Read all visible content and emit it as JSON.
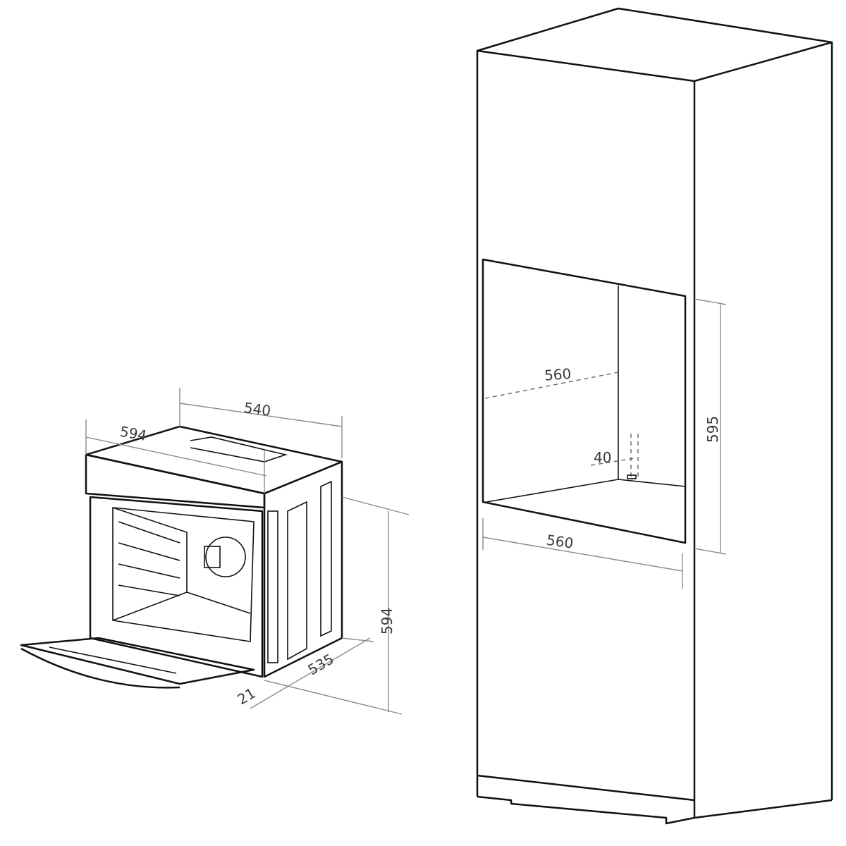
{
  "oven": {
    "width_label": "594",
    "depth_body_label": "540",
    "height_label": "594",
    "depth_label": "535",
    "front_offset_label": "21"
  },
  "cabinet": {
    "niche_depth_label": "560",
    "niche_gap_label": "40",
    "niche_height_label": "595",
    "niche_width_label": "560"
  }
}
